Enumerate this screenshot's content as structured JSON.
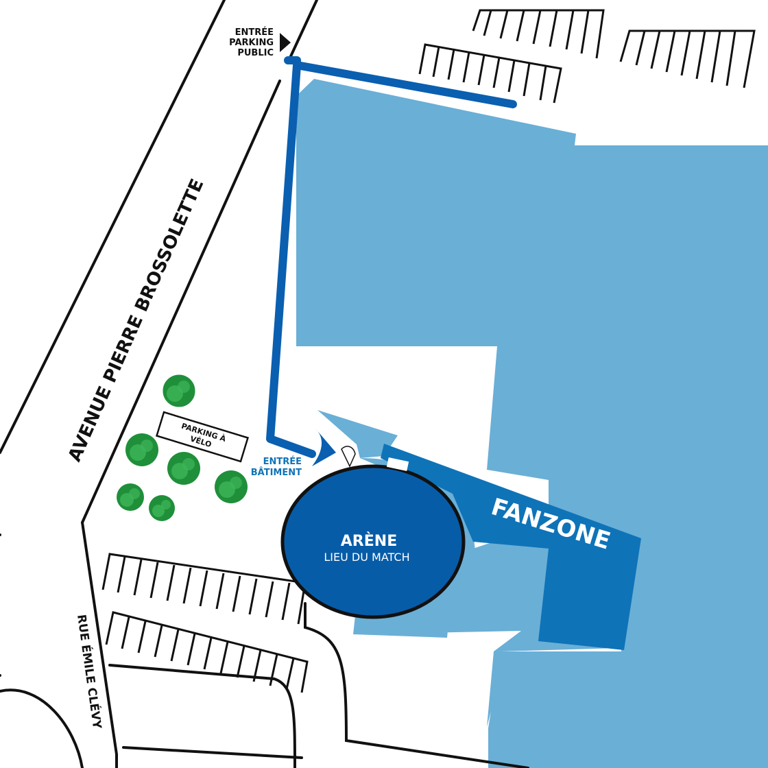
{
  "labels": {
    "parking_entrance": [
      "ENTRÉE",
      "PARKING",
      "PUBLIC"
    ],
    "building_entrance": [
      "ENTRÉE",
      "BÂTIMENT"
    ],
    "arena_title": "ARÈNE",
    "arena_subtitle": "LIEU DU MATCH",
    "fanzone": "FANZONE",
    "bike_parking": [
      "PARKING À",
      "VÉLO"
    ],
    "avenue": "AVENUE PIERRE BROSSOLETTE",
    "street": "RUE ÉMILE CLÉVY"
  },
  "colors": {
    "light_blue": "#6aafd6",
    "mid_blue": "#0f73b8",
    "dark_blue": "#075ca8",
    "route_blue": "#0a5fb0",
    "tree_green": "#1f8f3a",
    "tree_light": "#3fb55a",
    "line": "#111111"
  }
}
